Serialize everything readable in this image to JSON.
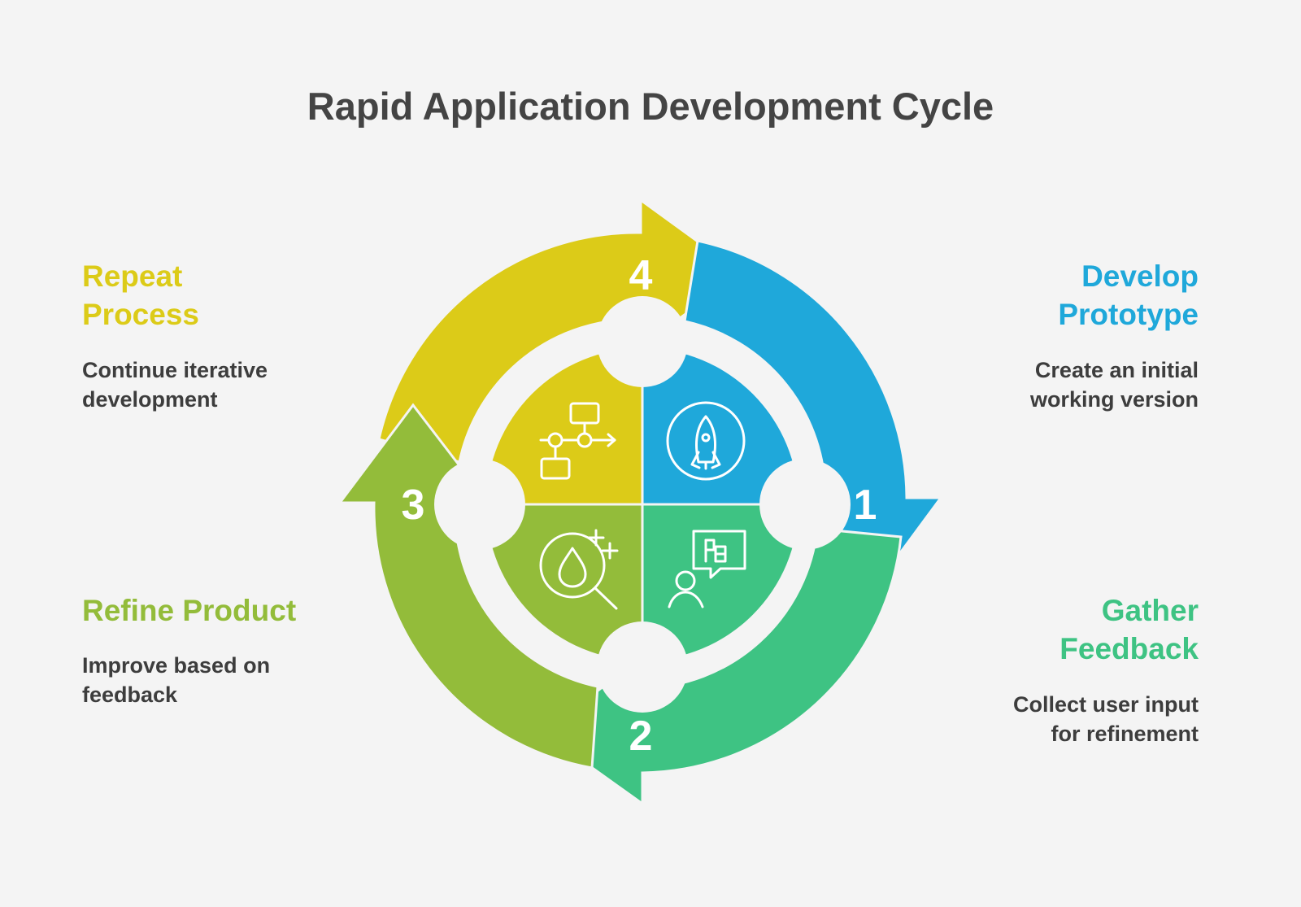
{
  "title": "Rapid Application Development Cycle",
  "colors": {
    "background": "#f4f4f4",
    "blue": "#1fa8da",
    "teal": "#3ec383",
    "green": "#93bc3a",
    "yellow": "#dccb18",
    "text": "#3d3d3d",
    "number": "#ffffff"
  },
  "steps": [
    {
      "number": "1",
      "title_lines": [
        "Develop",
        "Prototype"
      ],
      "description_lines": [
        "Create an initial",
        "working version"
      ],
      "icon": "rocket-icon",
      "color": "#1fa8da"
    },
    {
      "number": "2",
      "title_lines": [
        "Gather",
        "Feedback"
      ],
      "description_lines": [
        "Collect user input",
        "for refinement"
      ],
      "icon": "feedback-chat-icon",
      "color": "#3ec383"
    },
    {
      "number": "3",
      "title_lines": [
        "Refine Product"
      ],
      "description_lines": [
        "Improve based on",
        "feedback"
      ],
      "icon": "magnify-refine-icon",
      "color": "#93bc3a"
    },
    {
      "number": "4",
      "title_lines": [
        "Repeat",
        "Process"
      ],
      "description_lines": [
        "Continue iterative",
        "development"
      ],
      "icon": "flowchart-icon",
      "color": "#dccb18"
    }
  ]
}
